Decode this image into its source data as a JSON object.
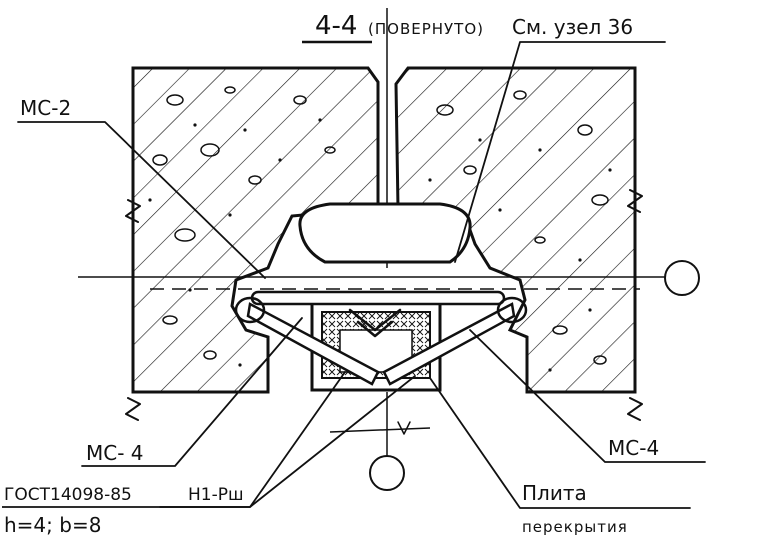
{
  "section": {
    "number": "4-4",
    "note": "(ПОВЕРНУТО)"
  },
  "labels": {
    "see_node": "См. узел 36",
    "mc2": "МС-2",
    "mc4_left": "МС- 4",
    "mc4_right": "МС-4",
    "gost": "ГОСТ14098-85",
    "weld": "Н1-Рш",
    "dims": "h=4; b=8",
    "slab_line1": "Плита",
    "slab_line2": "перекрытия"
  },
  "colors": {
    "ink": "#111111",
    "paper": "#ffffff"
  }
}
